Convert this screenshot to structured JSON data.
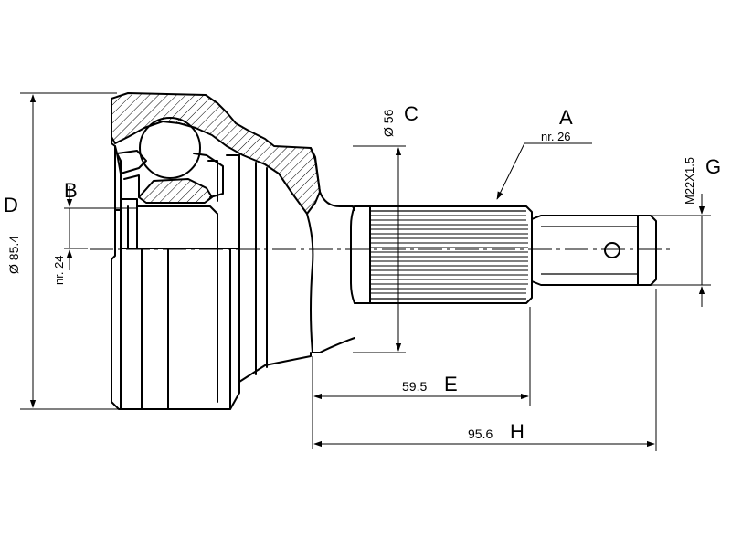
{
  "labels": {
    "a": "A",
    "b": "B",
    "c": "C",
    "d": "D",
    "e": "E",
    "g": "G",
    "h": "H"
  },
  "values": {
    "a": "nr. 26",
    "b": "nr. 24",
    "c": "Ø 56",
    "d": "Ø 85.4",
    "e": "59.5",
    "g": "M22X1.5",
    "h": "95.6"
  }
}
